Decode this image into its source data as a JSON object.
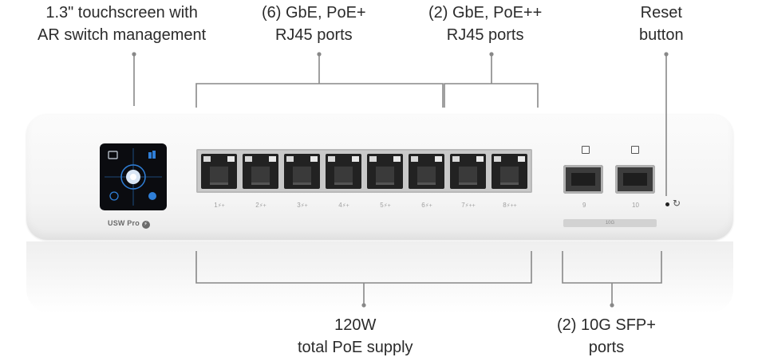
{
  "callouts": {
    "touchscreen": [
      "1.3\" touchscreen with",
      "AR switch management"
    ],
    "gbe_poe_plus": [
      "(6) GbE, PoE+",
      "RJ45 ports"
    ],
    "gbe_poe_plusplus": [
      "(2) GbE, PoE++",
      "RJ45 ports"
    ],
    "reset": [
      "Reset",
      "button"
    ],
    "poe_supply": [
      "120W",
      "total PoE supply"
    ],
    "sfp": [
      "(2) 10G SFP+",
      "ports"
    ]
  },
  "device": {
    "model_label": "USW Pro",
    "port_labels": [
      "1",
      "2",
      "3",
      "4",
      "5",
      "6",
      "7",
      "8"
    ],
    "port_poe_marks": [
      "⚡+",
      "⚡+",
      "⚡+",
      "⚡+",
      "⚡+",
      "⚡+",
      "⚡++",
      "⚡++"
    ],
    "sfp_labels": [
      "9",
      "10"
    ],
    "sfp_bar_label": "10G"
  },
  "colors": {
    "leader_line": "#888888",
    "device_body": "#f6f6f6",
    "screen": "#0b0c10",
    "screen_accent": "#2f7fd8"
  }
}
